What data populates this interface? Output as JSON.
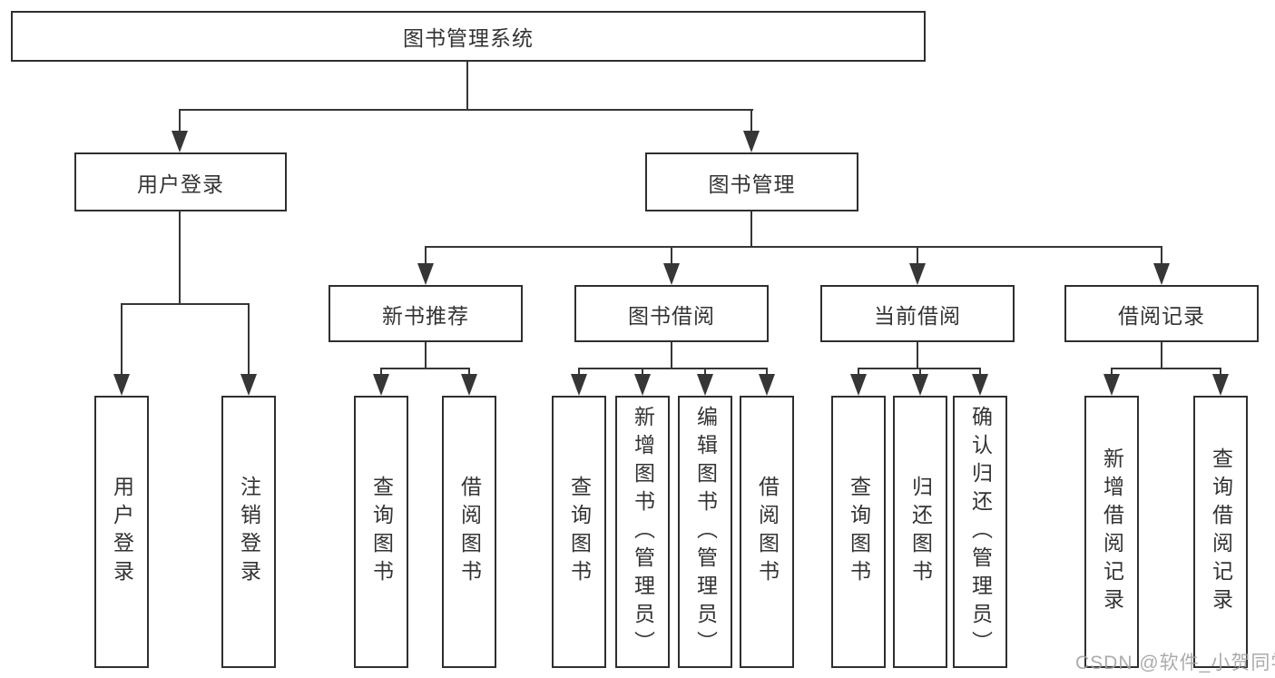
{
  "tree": {
    "label": "图书管理系统",
    "children": [
      {
        "label": "用户登录",
        "children": [
          {
            "label": "用户登录"
          },
          {
            "label": "注销登录"
          }
        ]
      },
      {
        "label": "图书管理",
        "children": [
          {
            "label": "新书推荐",
            "children": [
              {
                "label": "查询图书"
              },
              {
                "label": "借阅图书"
              }
            ]
          },
          {
            "label": "图书借阅",
            "children": [
              {
                "label": "查询图书"
              },
              {
                "label": "新增图书（管理员）"
              },
              {
                "label": "编辑图书（管理员）"
              },
              {
                "label": "借阅图书"
              }
            ]
          },
          {
            "label": "当前借阅",
            "children": [
              {
                "label": "查询图书"
              },
              {
                "label": "归还图书"
              },
              {
                "label": "确认归还（管理员）"
              }
            ]
          },
          {
            "label": "借阅记录",
            "children": [
              {
                "label": "新增借阅记录"
              },
              {
                "label": "查询借阅记录"
              }
            ]
          }
        ]
      }
    ]
  },
  "watermark": {
    "text": "CSDN @软件_小贺同学"
  },
  "colors": {
    "line": "#363636",
    "box_border": "#2f2f2f",
    "text": "#333333",
    "watermark": "#a0a0a0",
    "background": "#ffffff"
  }
}
